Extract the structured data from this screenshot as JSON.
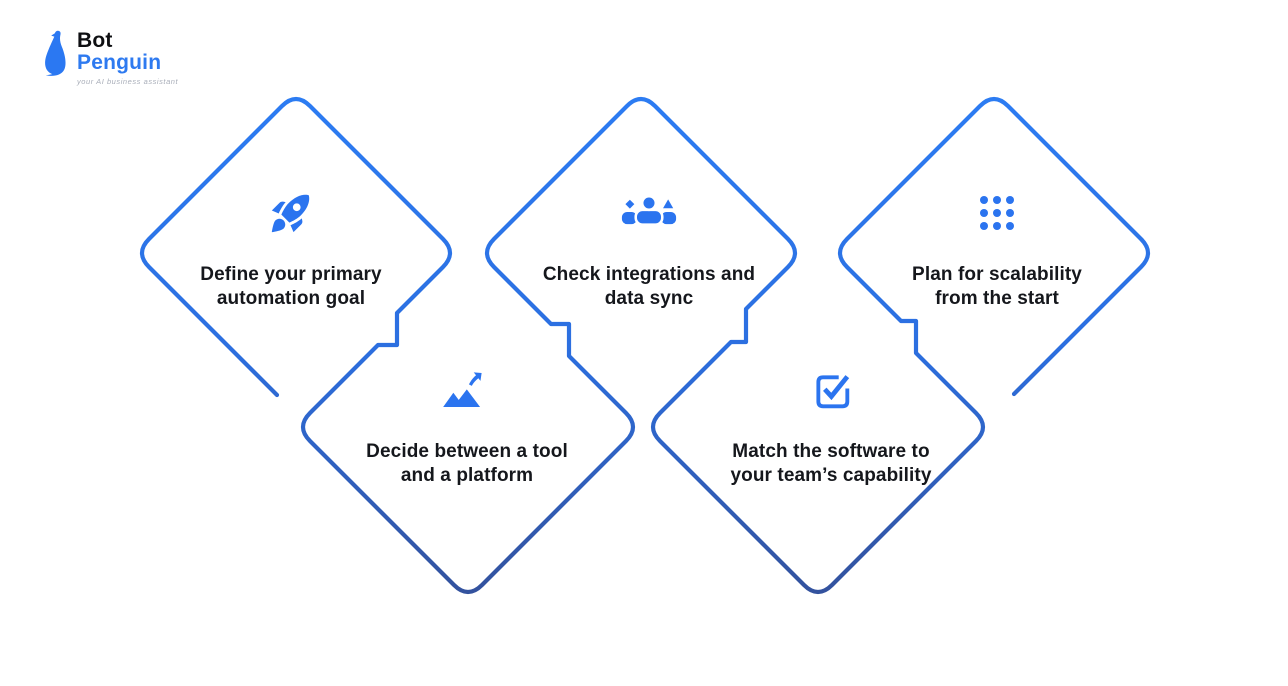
{
  "logo": {
    "brand_top": "Bot",
    "brand_bottom": "Penguin",
    "tagline": "your AI business assistant"
  },
  "colors": {
    "icon_accent": "#2B74EF",
    "stroke_gradient_top": "#2C7CF3",
    "stroke_gradient_mid": "#2C6FE0",
    "stroke_gradient_bottom": "#33519C",
    "caption_text": "#15171C"
  },
  "cards": [
    {
      "id": "define-goal",
      "icon": "rocket-icon",
      "line1": "Define your primary",
      "line2": "automation goal"
    },
    {
      "id": "check-integrations",
      "icon": "groups-icon",
      "line1": "Check integrations and",
      "line2": "data sync"
    },
    {
      "id": "plan-scalability",
      "icon": "dots-grid-icon",
      "line1": "Plan for scalability",
      "line2": "from the start"
    },
    {
      "id": "decide-tool-platform",
      "icon": "mountain-rise-icon",
      "line1": "Decide between a tool",
      "line2": "and a platform"
    },
    {
      "id": "match-software",
      "icon": "checkbox-check-icon",
      "line1": "Match the software to",
      "line2": "your team’s capability"
    }
  ]
}
